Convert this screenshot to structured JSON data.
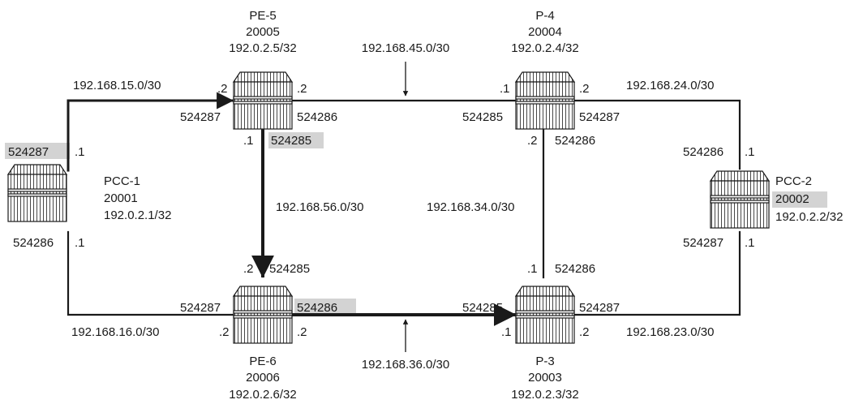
{
  "colors": {
    "line": "#1a1a1a",
    "highlight": "#d3d3d3",
    "router_fill": "#ffffff"
  },
  "routers": {
    "pcc1": {
      "name": "PCC-1",
      "sid": "20001",
      "address": "192.0.2.1/32"
    },
    "pcc2": {
      "name": "PCC-2",
      "sid": "20002",
      "address": "192.0.2.2/32"
    },
    "pe5": {
      "name": "PE-5",
      "sid": "20005",
      "address": "192.0.2.5/32"
    },
    "pe6": {
      "name": "PE-6",
      "sid": "20006",
      "address": "192.0.2.6/32"
    },
    "p4": {
      "name": "P-4",
      "sid": "20004",
      "address": "192.0.2.4/32"
    },
    "p3": {
      "name": "P-3",
      "sid": "20003",
      "address": "192.0.2.3/32"
    }
  },
  "subnets": {
    "pcc1_pe5": "192.168.15.0/30",
    "pcc1_pe6": "192.168.16.0/30",
    "pe5_p4": "192.168.45.0/30",
    "pe5_pe6": "192.168.56.0/30",
    "p4_p3": "192.168.34.0/30",
    "pe6_p3": "192.168.36.0/30",
    "p4_pcc2": "192.168.24.0/30",
    "p3_pcc2": "192.168.23.0/30"
  },
  "labels": {
    "pcc1_up_label": "524287",
    "pcc1_up_if": ".1",
    "pcc1_down_label": "524286",
    "pcc1_down_if": ".1",
    "pe5_left_if": ".2",
    "pe5_right_if": ".2",
    "pe5_left_label": "524287",
    "pe5_right_label": "524286",
    "pe5_down_if": ".1",
    "pe5_down_label": "524285",
    "p4_left_if": ".1",
    "p4_right_if": ".2",
    "p4_left_label": "524285",
    "p4_right_label": "524287",
    "p4_down_if": ".2",
    "p4_down_label": "524286",
    "pcc2_up_label": "524286",
    "pcc2_up_if": ".1",
    "pcc2_down_label": "524287",
    "pcc2_down_if": ".1",
    "pe6_up_if": ".2",
    "pe6_up_label": "524285",
    "pe6_left_label": "524287",
    "pe6_right_label": "524286",
    "pe6_left_if": ".2",
    "pe6_right_if": ".2",
    "p3_up_if": ".1",
    "p3_up_label": "524286",
    "p3_left_label": "524285",
    "p3_right_label": "524287",
    "p3_left_if": ".1",
    "p3_right_if": ".2"
  }
}
